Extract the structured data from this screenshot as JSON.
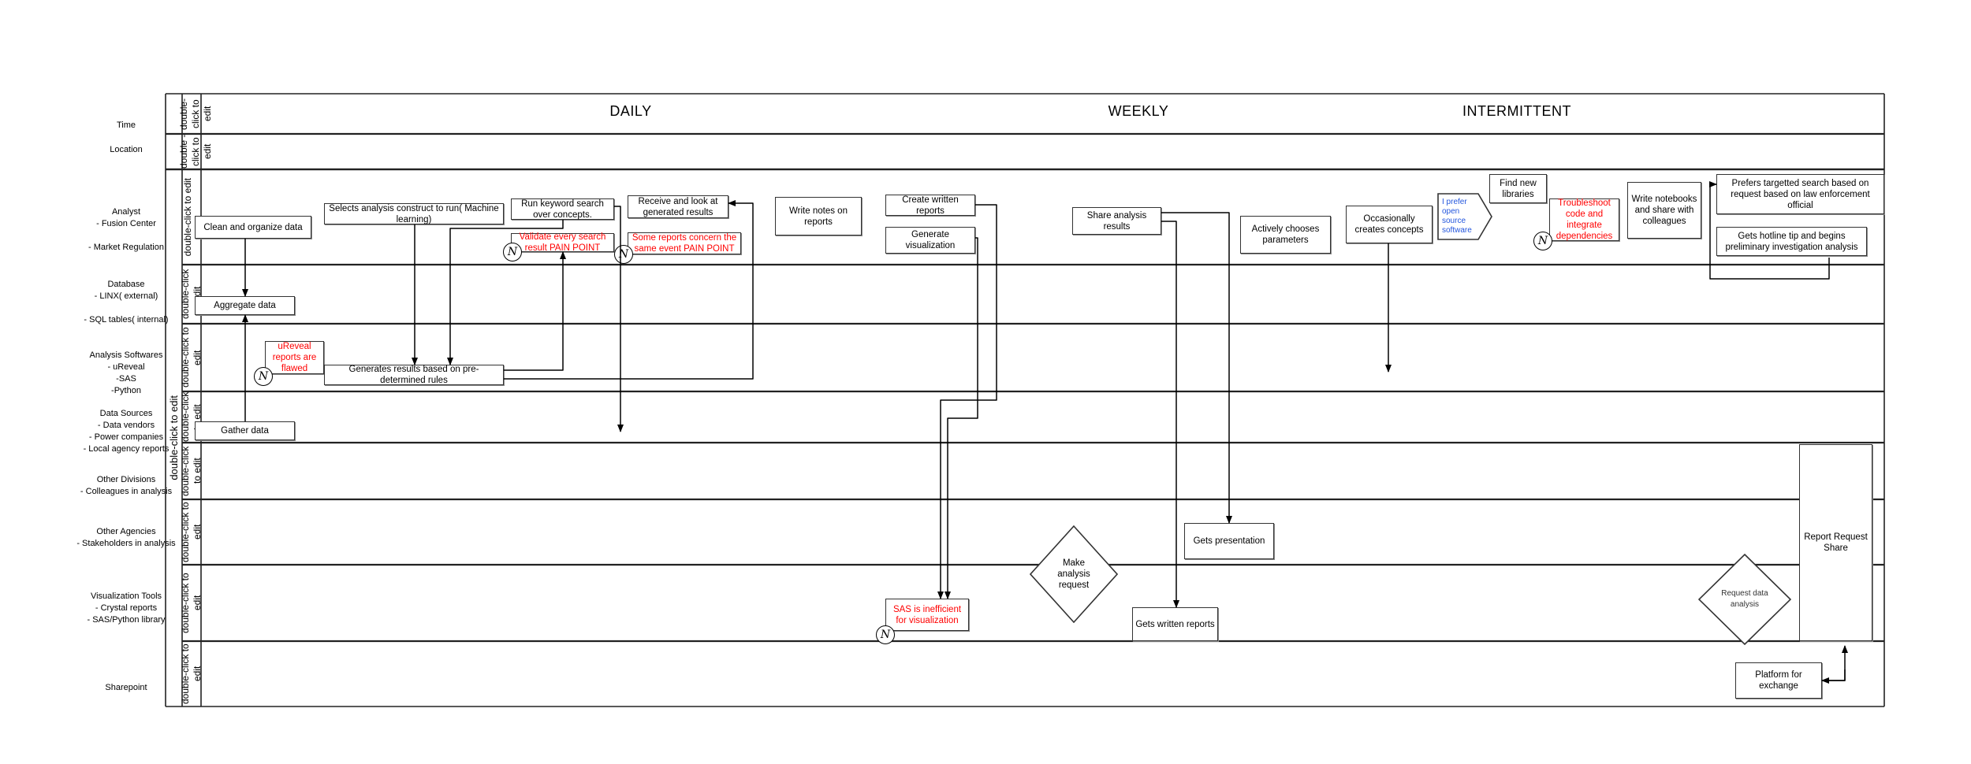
{
  "side_labels": [
    "Time",
    "Location",
    "Analyst\n- Fusion Center\n\n- Market Regulation",
    "Database\n- LINX( external)\n\n- SQL tables( internal)",
    "Analysis Softwares\n- uReveal\n-SAS\n-Python",
    "Data Sources\n- Data vendors\n- Power companies\n- Local agency reports",
    "Other Divisions\n- Colleagues in analysis",
    "Other Agencies\n- Stakeholders in analysis",
    "Visualization Tools\n- Crystal reports\n- SAS/Python library",
    "Sharepoint"
  ],
  "columns": [
    "DAILY",
    "WEEKLY",
    "INTERMITTENT"
  ],
  "pool_label": "double-click to edit",
  "lane_labels": [
    "double-click to edit",
    "double -click to edit",
    "double-click to edit",
    "double-click edit",
    "double-click to edit",
    "double-click to edit",
    "double-click to edit",
    "double-click to edit",
    "double-click to edit",
    "double-click to edit"
  ],
  "nodes": {
    "clean": "Clean and organize data",
    "selects": "Selects analysis construct to run( Machine learning)",
    "keyword": "Run keyword search over concepts.",
    "validate": "Validate every search result PAIN POINT",
    "receive": "Receive and look at generated results",
    "some_reports": "Some reports concern the same event PAIN POINT",
    "write_notes": "Write notes on reports",
    "create_reports": "Create written reports",
    "gen_viz": "Generate visualization",
    "share_results": "Share analysis results",
    "actively": "Actively chooses parameters",
    "occasionally": "Occasionally creates concepts",
    "prefer_open": "I prefer open source software",
    "find_libs": "Find new libraries",
    "troubleshoot": "Troubleshoot code and integrate dependencies",
    "notebooks": "Write notebooks and share with colleagues",
    "prefers_targetted": "Prefers targetted search based on request based on law enforcement  official",
    "hotline": "Gets hotline tip and begins preliminary investigation analysis",
    "aggregate": "Aggregate data",
    "ureveal": "uReveal reports are flawed",
    "generates": "Generates results based on pre-determined rules",
    "gather": "Gather data",
    "presentation": "Gets presentation",
    "make_request": "Make analysis request",
    "sas": "SAS is inefficient for visualization",
    "written_reports": "Gets written reports",
    "request_data": "Request data analysis",
    "report_share": "Report Request Share",
    "platform": "Platform for exchange"
  },
  "note_marker": "N",
  "colors": {
    "pain": "#ff0000",
    "note": "#2255dd",
    "line": "#000000"
  }
}
